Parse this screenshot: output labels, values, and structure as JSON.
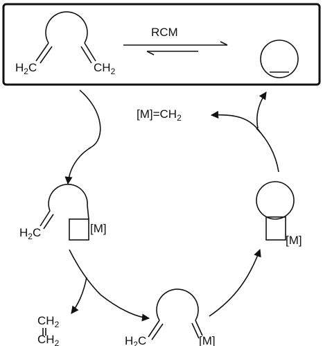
{
  "reaction": {
    "arrow_label": "RCM"
  },
  "labels": {
    "h2c_left_top": "H2C",
    "ch2_right_top": "CH2",
    "catalyst": "[M]=CH2",
    "h2c_mid_left": "H2C",
    "m_left_metallacycle": "[M]",
    "m_right_metallacycle": "[M]",
    "ethylene_top": "CH2",
    "ethylene_bottom": "CH2",
    "h2c_bottom": "H2C",
    "m_bottom_alkylidene": "[M]"
  }
}
